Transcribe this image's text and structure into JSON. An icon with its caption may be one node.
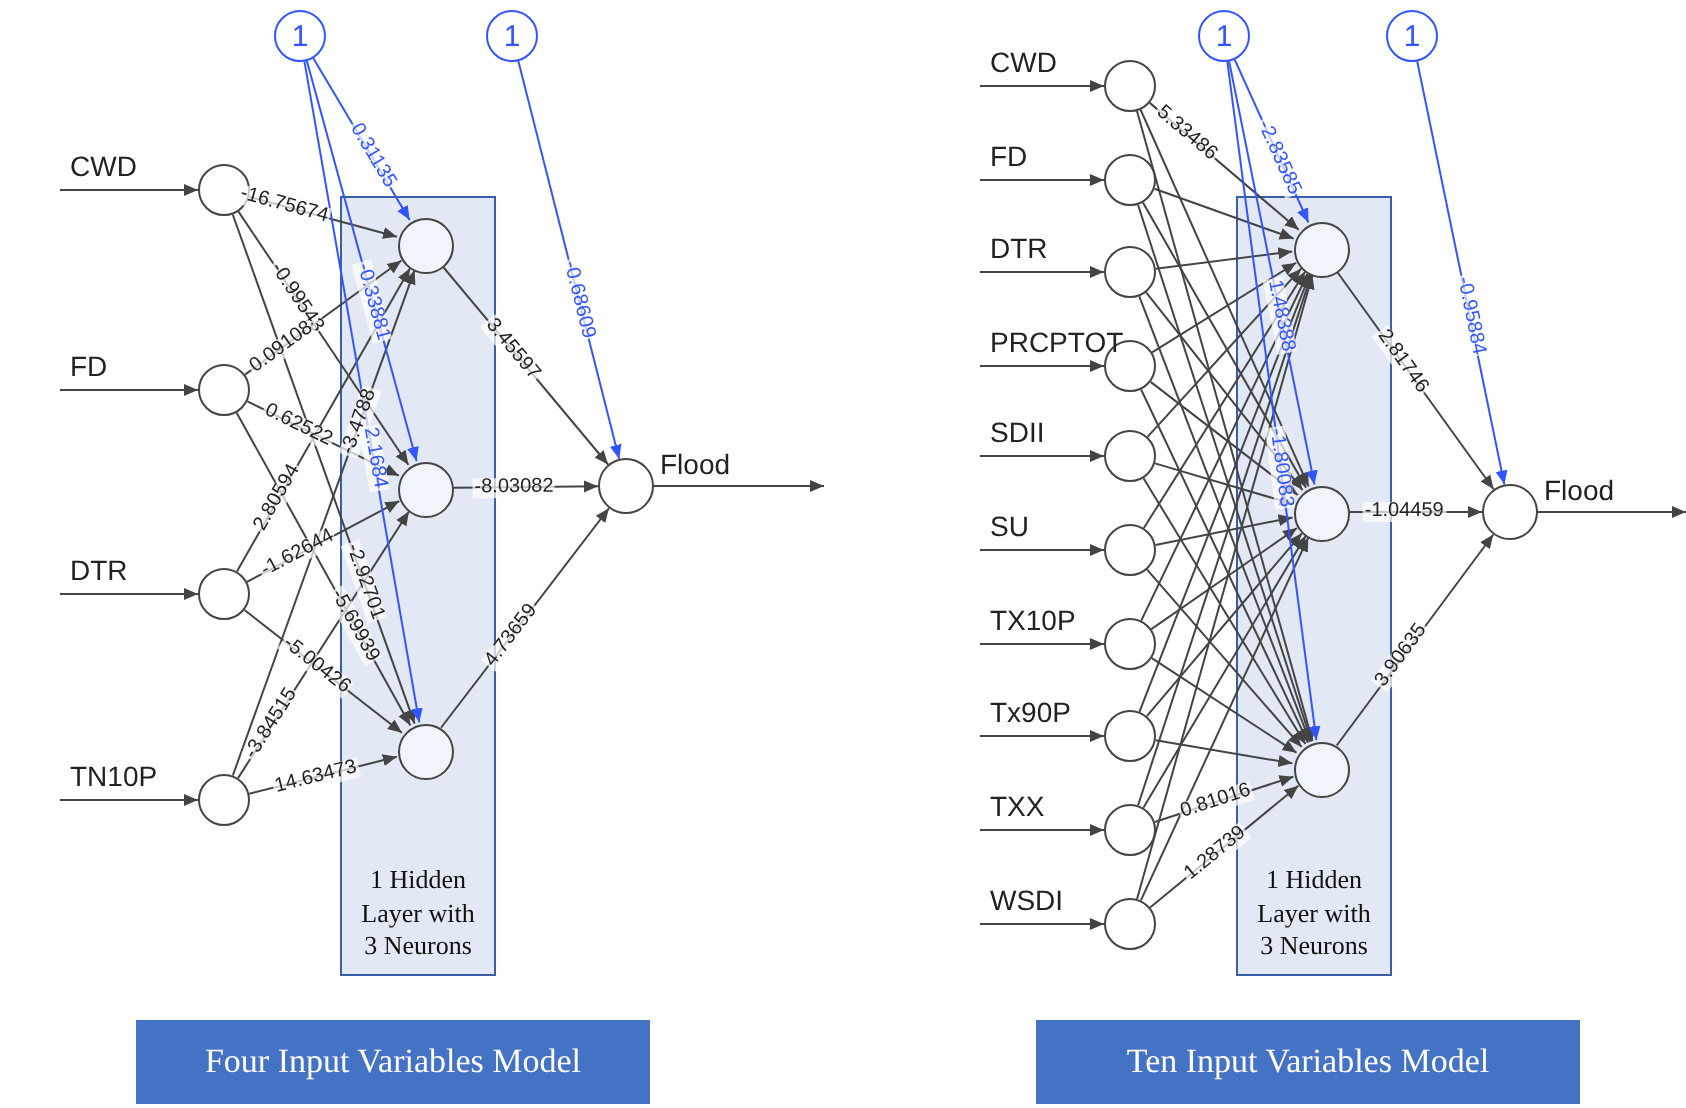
{
  "diagram": {
    "nodes": [
      {
        "text": [
          "1"
        ]
      },
      {
        "text": [
          "1"
        ]
      },
      {
        "text": [],
        "shape": "circle",
        "beside": [
          "CWD"
        ]
      },
      {
        "text": [],
        "shape": "circle",
        "beside": [
          "FD"
        ]
      },
      {
        "text": [],
        "shape": "circle",
        "beside": [
          "DTR"
        ]
      },
      {
        "text": [],
        "shape": "circle",
        "beside": [
          "TN10P"
        ]
      },
      {
        "text": [
          "1 Hidden Layer with 3 Neurons"
        ]
      },
      {
        "text": [],
        "shape": "circle",
        "in": 6
      },
      {
        "text": [],
        "shape": "circle",
        "in": 6
      },
      {
        "text": [],
        "shape": "circle",
        "in": 6
      },
      {
        "text": [],
        "shape": "circle",
        "beside": [
          "Flood"
        ]
      },
      {
        "text": [
          "Four Input Variables Model"
        ]
      },
      {
        "text": [
          "1"
        ]
      },
      {
        "text": [
          "1"
        ]
      },
      {
        "text": [],
        "shape": "circle",
        "beside": [
          "CWD"
        ]
      },
      {
        "text": [],
        "shape": "circle",
        "beside": [
          "FD"
        ]
      },
      {
        "text": [],
        "shape": "circle",
        "beside": [
          "DTR"
        ]
      },
      {
        "text": [],
        "shape": "circle",
        "beside": [
          "PRCPTOT"
        ]
      },
      {
        "text": [],
        "shape": "circle",
        "beside": [
          "SDII"
        ]
      },
      {
        "text": [],
        "shape": "circle",
        "beside": [
          "SU"
        ]
      },
      {
        "text": [],
        "shape": "circle",
        "beside": [
          "TX10P"
        ]
      },
      {
        "text": [],
        "shape": "circle",
        "beside": [
          "Tx90P"
        ]
      },
      {
        "text": [],
        "shape": "circle",
        "beside": [
          "TXX"
        ]
      },
      {
        "text": [],
        "shape": "circle",
        "beside": [
          "WSDI"
        ]
      },
      {
        "text": [
          "1 Hidden Layer with 3 Neurons"
        ]
      },
      {
        "text": [],
        "shape": "circle",
        "in": 24
      },
      {
        "text": [],
        "shape": "circle",
        "in": 24
      },
      {
        "text": [],
        "shape": "circle",
        "in": 24
      },
      {
        "text": [],
        "shape": "circle",
        "beside": [
          "Flood"
        ]
      },
      {
        "text": [
          "Ten Input Variables Model"
        ]
      }
    ],
    "edges": [
      {
        "from": null,
        "to": 2,
        "arrow": "to"
      },
      {
        "from": null,
        "to": 3,
        "arrow": "to"
      },
      {
        "from": null,
        "to": 4,
        "arrow": "to"
      },
      {
        "from": null,
        "to": 5,
        "arrow": "to"
      },
      {
        "from": 2,
        "to": 7,
        "arrow": "to",
        "label": "-16.75674"
      },
      {
        "from": 2,
        "to": 8,
        "arrow": "to",
        "label": "-0.99543"
      },
      {
        "from": 2,
        "to": 9,
        "arrow": "to",
        "label": "-2.92701"
      },
      {
        "from": 3,
        "to": 7,
        "arrow": "to",
        "label": "0.09108"
      },
      {
        "from": 3,
        "to": 8,
        "arrow": "to",
        "label": "0.62522"
      },
      {
        "from": 3,
        "to": 9,
        "arrow": "to",
        "label": "-5.69939"
      },
      {
        "from": 4,
        "to": 7,
        "arrow": "to",
        "label": "2.80594"
      },
      {
        "from": 4,
        "to": 8,
        "arrow": "to",
        "label": "-1.62644"
      },
      {
        "from": 4,
        "to": 9,
        "arrow": "to",
        "label": "-5.00426"
      },
      {
        "from": 5,
        "to": 7,
        "arrow": "to",
        "label": "-3.4788"
      },
      {
        "from": 5,
        "to": 8,
        "arrow": "to",
        "label": "-3.84515"
      },
      {
        "from": 5,
        "to": 9,
        "arrow": "to",
        "label": "14.63473"
      },
      {
        "from": 0,
        "to": 7,
        "arrow": "to",
        "label": "0.31135",
        "color": "#3355ff"
      },
      {
        "from": 0,
        "to": 8,
        "arrow": "to",
        "label": "-0.33881",
        "color": "#3355ff"
      },
      {
        "from": 0,
        "to": 9,
        "arrow": "to",
        "label": "2.1684",
        "color": "#3355ff"
      },
      {
        "from": 7,
        "to": 10,
        "arrow": "to",
        "label": "3.45597"
      },
      {
        "from": 8,
        "to": 10,
        "arrow": "to",
        "label": "-8.03082"
      },
      {
        "from": 9,
        "to": 10,
        "arrow": "to",
        "label": "4.73659"
      },
      {
        "from": 1,
        "to": 10,
        "arrow": "to",
        "label": "-0.68609",
        "color": "#3355ff"
      },
      {
        "from": 10,
        "to": null,
        "arrow": "to"
      },
      {
        "from": null,
        "to": 14,
        "arrow": "to"
      },
      {
        "from": null,
        "to": 15,
        "arrow": "to"
      },
      {
        "from": null,
        "to": 16,
        "arrow": "to"
      },
      {
        "from": null,
        "to": 17,
        "arrow": "to"
      },
      {
        "from": null,
        "to": 18,
        "arrow": "to"
      },
      {
        "from": null,
        "to": 19,
        "arrow": "to"
      },
      {
        "from": null,
        "to": 20,
        "arrow": "to"
      },
      {
        "from": null,
        "to": 21,
        "arrow": "to"
      },
      {
        "from": null,
        "to": 22,
        "arrow": "to"
      },
      {
        "from": null,
        "to": 23,
        "arrow": "to"
      },
      {
        "from": 14,
        "to": 25,
        "arrow": "to",
        "label": "5.33486"
      },
      {
        "from": 14,
        "to": 26,
        "arrow": "to"
      },
      {
        "from": 14,
        "to": 27,
        "arrow": "to"
      },
      {
        "from": 15,
        "to": 25,
        "arrow": "to"
      },
      {
        "from": 15,
        "to": 26,
        "arrow": "to"
      },
      {
        "from": 15,
        "to": 27,
        "arrow": "to"
      },
      {
        "from": 16,
        "to": 25,
        "arrow": "to"
      },
      {
        "from": 16,
        "to": 26,
        "arrow": "to"
      },
      {
        "from": 16,
        "to": 27,
        "arrow": "to"
      },
      {
        "from": 17,
        "to": 25,
        "arrow": "to"
      },
      {
        "from": 17,
        "to": 26,
        "arrow": "to"
      },
      {
        "from": 17,
        "to": 27,
        "arrow": "to"
      },
      {
        "from": 18,
        "to": 25,
        "arrow": "to"
      },
      {
        "from": 18,
        "to": 26,
        "arrow": "to"
      },
      {
        "from": 18,
        "to": 27,
        "arrow": "to"
      },
      {
        "from": 19,
        "to": 25,
        "arrow": "to"
      },
      {
        "from": 19,
        "to": 26,
        "arrow": "to"
      },
      {
        "from": 19,
        "to": 27,
        "arrow": "to"
      },
      {
        "from": 20,
        "to": 25,
        "arrow": "to"
      },
      {
        "from": 20,
        "to": 26,
        "arrow": "to"
      },
      {
        "from": 20,
        "to": 27,
        "arrow": "to"
      },
      {
        "from": 21,
        "to": 25,
        "arrow": "to"
      },
      {
        "from": 21,
        "to": 26,
        "arrow": "to"
      },
      {
        "from": 21,
        "to": 27,
        "arrow": "to"
      },
      {
        "from": 22,
        "to": 25,
        "arrow": "to"
      },
      {
        "from": 22,
        "to": 26,
        "arrow": "to"
      },
      {
        "from": 22,
        "to": 27,
        "arrow": "to",
        "label": "0.81016"
      },
      {
        "from": 23,
        "to": 25,
        "arrow": "to"
      },
      {
        "from": 23,
        "to": 26,
        "arrow": "to"
      },
      {
        "from": 23,
        "to": 27,
        "arrow": "to",
        "label": "1.28739"
      },
      {
        "from": 12,
        "to": 25,
        "arrow": "to",
        "label": "-2.83585",
        "color": "#3355ff"
      },
      {
        "from": 12,
        "to": 26,
        "arrow": "to",
        "label": "1.48388",
        "color": "#3355ff"
      },
      {
        "from": 12,
        "to": 27,
        "arrow": "to",
        "label": "-1.80083",
        "color": "#3355ff"
      },
      {
        "from": 25,
        "to": 28,
        "arrow": "to",
        "label": "2.81746"
      },
      {
        "from": 26,
        "to": 28,
        "arrow": "to",
        "label": "-1.04459"
      },
      {
        "from": 27,
        "to": 28,
        "arrow": "to",
        "label": "3.90635"
      },
      {
        "from": 13,
        "to": 28,
        "arrow": "to",
        "label": "-0.95884",
        "color": "#3355ff"
      },
      {
        "from": 28,
        "to": null,
        "arrow": "to"
      }
    ]
  }
}
